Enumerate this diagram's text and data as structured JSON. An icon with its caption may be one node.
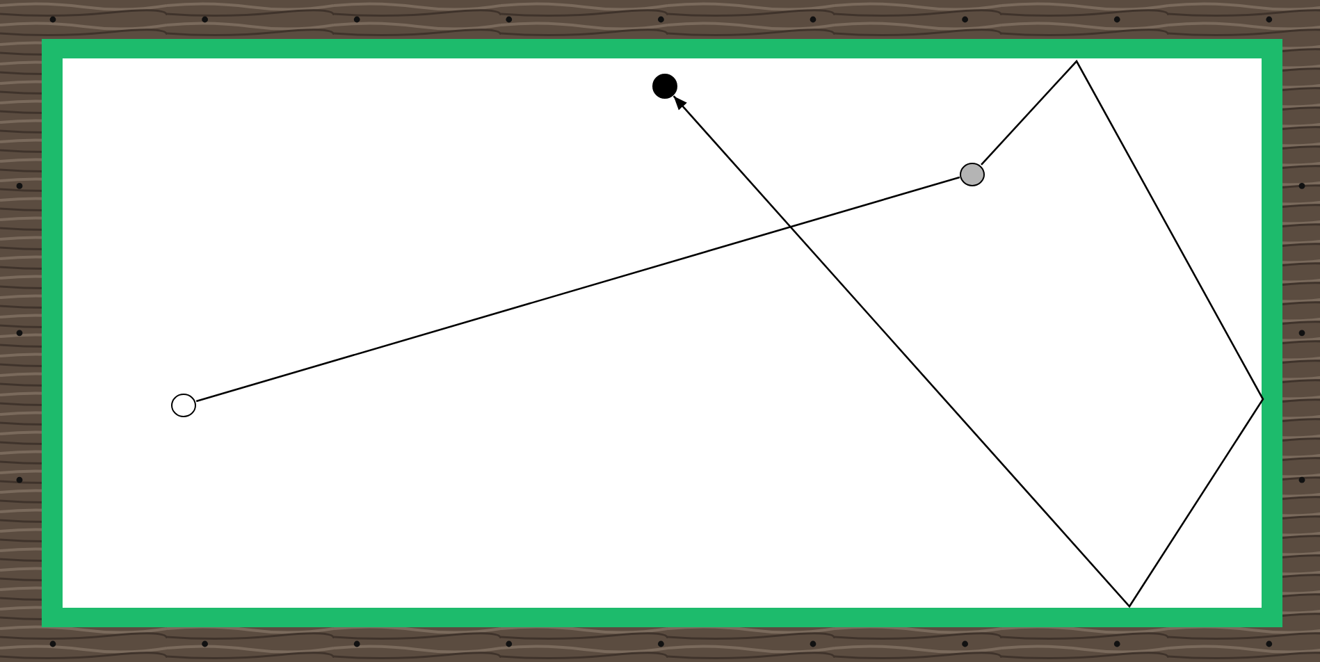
{
  "diagram": {
    "nodes": [
      {
        "text": [],
        "shape": "circle"
      },
      {
        "text": [],
        "shape": "circle"
      },
      {
        "text": [],
        "shape": "circle"
      }
    ],
    "edges": [
      {
        "from": 0,
        "to": 1,
        "arrow": "none"
      },
      {
        "from": 1,
        "to": 2,
        "arrow": "to"
      }
    ]
  }
}
